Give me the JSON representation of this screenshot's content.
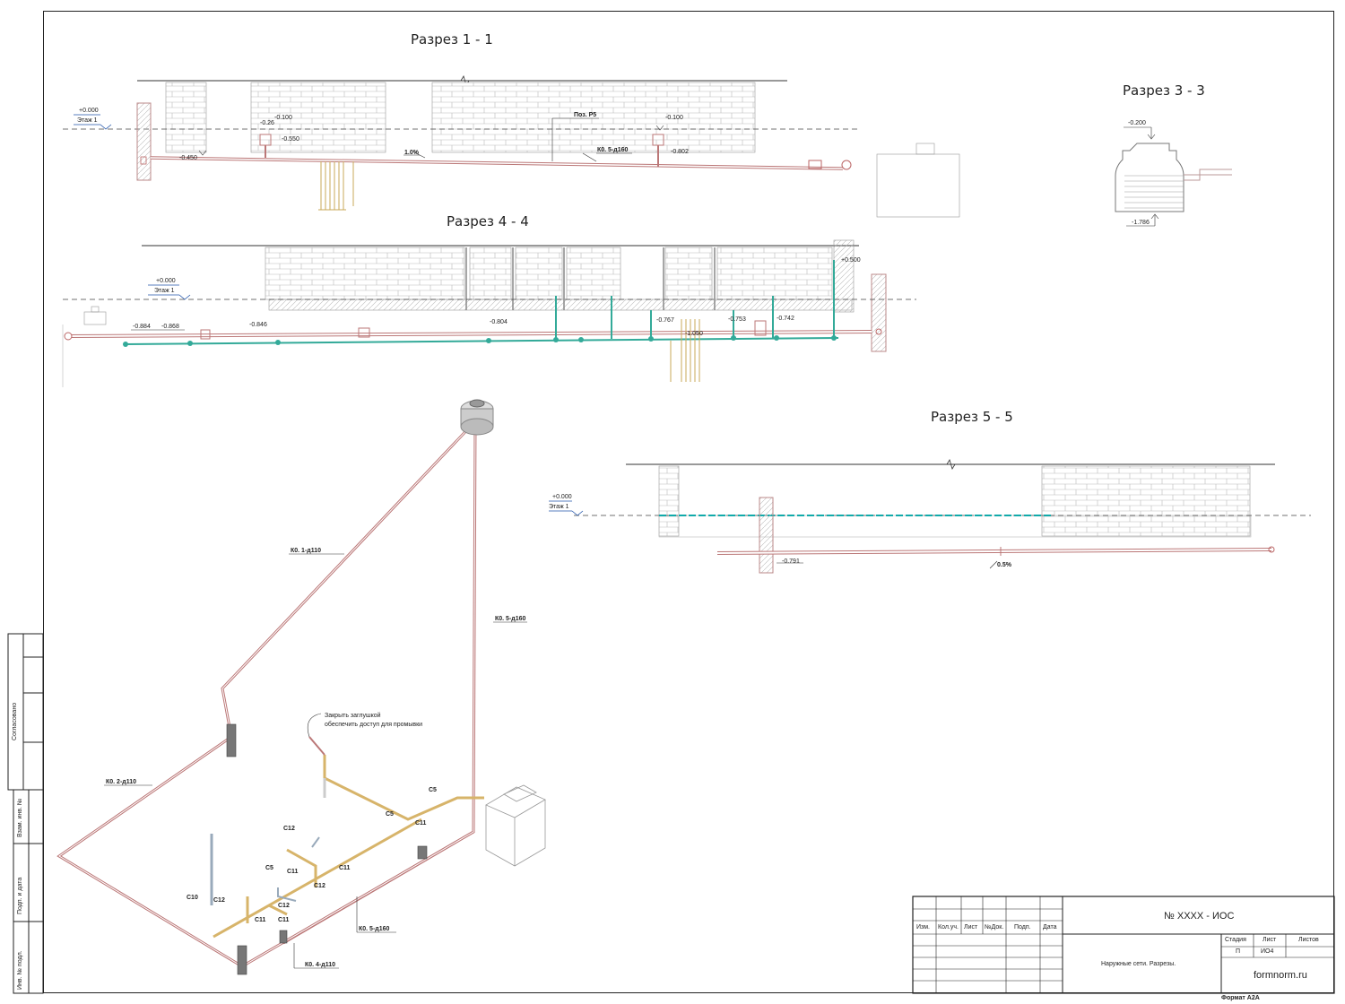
{
  "sections": {
    "s1": "Разрез 1 - 1",
    "s3": "Разрез 3 - 3",
    "s4": "Разрез 4 - 4",
    "s5": "Разрез 5 - 5"
  },
  "levels": {
    "zero": "+0.000",
    "floor": "Этаж 1"
  },
  "s1_labels": {
    "m0100a": "-0.100",
    "m0260": "-0.26",
    "m0550": "-0.550",
    "m0450": "-0.450",
    "slope": "1.0%",
    "poz": "Поз. Р5",
    "pipe": "К0. 5-д160",
    "m0100b": "-0.100",
    "m0802": "-0.802"
  },
  "s3_labels": {
    "top": "-0.200",
    "bottom": "-1.786"
  },
  "s4_labels": {
    "m0884": "-0.884",
    "m0868": "-0.868",
    "m0846": "-0.846",
    "m0804": "-0.804",
    "m0767": "-0.767",
    "m1050": "-1.050",
    "m0753": "-0.753",
    "m0742": "-0.742",
    "p0500": "+0.500"
  },
  "s5_labels": {
    "m0791": "-0.791",
    "slope": "0.5%"
  },
  "iso_labels": {
    "k01": "К0. 1-д110",
    "k05a": "К0. 5-д160",
    "k02": "К0. 2-д110",
    "k05b": "К0. 5-д160",
    "k04": "К0. 4-д110",
    "note1": "Закрыть заглушкой",
    "note2": "обеспечить доступ для промывки",
    "c5a": "С5",
    "c5b": "С5",
    "c5c": "С5",
    "c11a": "С11",
    "c11b": "С11",
    "c11c": "С11",
    "c11d": "С11",
    "c11e": "С11",
    "c12a": "С12",
    "c12b": "С12",
    "c12c": "С12",
    "c12d": "С12",
    "c10": "С10"
  },
  "side_stamp": {
    "agreed": "Согласовано",
    "inv_sub": "Взам. инв. №",
    "sign_date": "Подп. и дата",
    "inv_orig": "Инв. № подл."
  },
  "title_block": {
    "doc_no": "№ XXXX - ИОС",
    "col_izm": "Изм.",
    "col_koluch": "Кол.уч.",
    "col_list": "Лист",
    "col_ndok": "№Док.",
    "col_podp": "Подп.",
    "col_data": "Дата",
    "name": "Наружные сети. Разрезы.",
    "stage_h": "Стадия",
    "sheet_h": "Лист",
    "sheets_h": "Листов",
    "stage": "П",
    "sheet": "ИО4",
    "org": "formnorm.ru",
    "format": "Формат А2А"
  }
}
